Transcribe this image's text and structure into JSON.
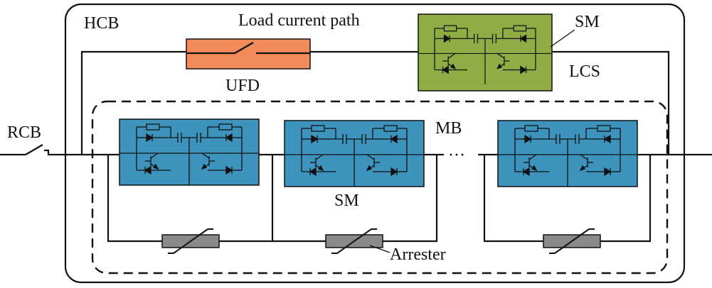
{
  "labels": {
    "hcb": "HCB",
    "load_current_path": "Load current path",
    "ufd": "UFD",
    "sm_top": "SM",
    "lcs": "LCS",
    "rcb": "RCB",
    "mb": "MB",
    "sm_bottom": "SM",
    "arrester": "Arrester",
    "ellipsis": "···"
  },
  "colors": {
    "ufd_fill": "#f28a5a",
    "lcs_fill": "#8fad45",
    "sm_fill": "#3d93bc",
    "arrester_fill": "#8a8a8a",
    "line": "#111111"
  }
}
